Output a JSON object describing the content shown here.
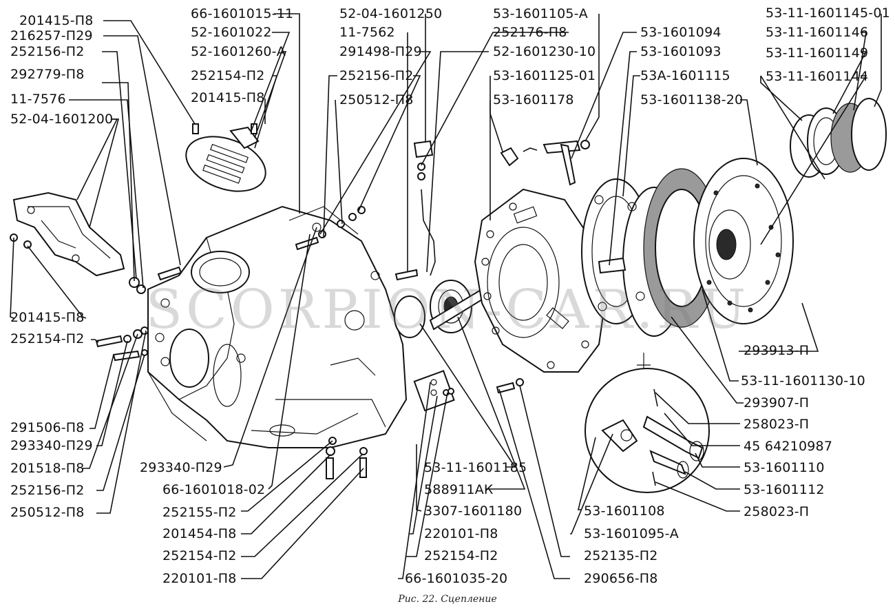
{
  "caption": "Рис. 22. Сцепление",
  "watermark": "SCORPION-CAR.RU",
  "labels": {
    "l01": "201415-П8",
    "l02": "216257-П29",
    "l03": "252156-П2",
    "l04": "292779-П8",
    "l05": "11-7576",
    "l06": "52-04-1601200",
    "l07": "66-1601015-11",
    "l08": "52-1601022",
    "l09": "52-1601260-А",
    "l10": "252154-П2",
    "l11": "201415-П8",
    "l12": "52-04-1601250",
    "l13": "11-7562",
    "l14": "291498-П29",
    "l15": "252156-П2",
    "l16": "250512-П8",
    "l17": "53-1601105-А",
    "l18": "252176-П8",
    "l19": "52-1601230-10",
    "l20": "53-1601125-01",
    "l21": "53-1601178",
    "l22": "53-1601094",
    "l23": "53-1601093",
    "l24": "53А-1601115",
    "l25": "53-1601138-20",
    "l26": "53-11-1601145-01",
    "l27": "53-11-1601146",
    "l28": "53-11-1601149",
    "l29": "53-11-1601144",
    "l30": "201415-П8",
    "l31": "252154-П2",
    "l32": "291506-П8",
    "l33": "293340-П29",
    "l34": "201518-П8",
    "l35": "252156-П2",
    "l36": "250512-П8",
    "l37": "293340-П29",
    "l38": "66-1601018-02",
    "l39": "252155-П2",
    "l40": "201454-П8",
    "l41": "252154-П2",
    "l42": "220101-П8",
    "l43": "53-11-1601185",
    "l44": "588911АК",
    "l45": "3307-1601180",
    "l46": "220101-П8",
    "l47": "252154-П2",
    "l48": "66-1601035-20",
    "l49": "53-1601108",
    "l50": "53-1601095-А",
    "l51": "252135-П2",
    "l52": "290656-П8",
    "l53": "293913-П",
    "l54": "53-11-1601130-10",
    "l55": "293907-П",
    "l56": "258023-П",
    "l57": "45 64210987",
    "l58": "53-1601110",
    "l59": "53-1601112",
    "l60": "258023-П"
  }
}
